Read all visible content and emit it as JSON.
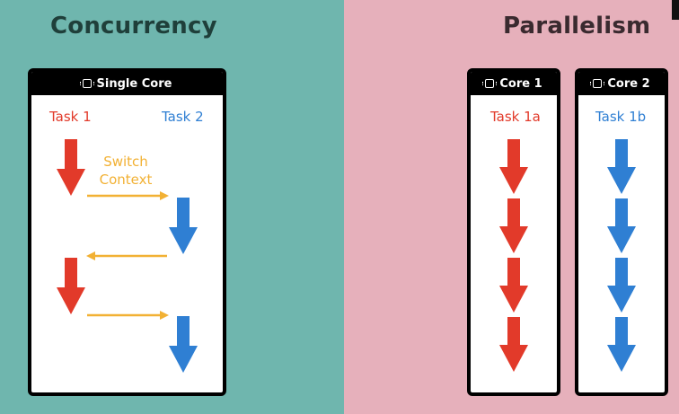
{
  "left": {
    "title": "Concurrency",
    "core_label": "Single Core",
    "task1": "Task 1",
    "task2": "Task 2",
    "switch_line1": "Switch",
    "switch_line2": "Context"
  },
  "right": {
    "title": "Parallelism",
    "core1_label": "Core 1",
    "core2_label": "Core 2",
    "task1a": "Task 1a",
    "task1b": "Task 1b"
  },
  "colors": {
    "left_bg": "#6fb6ae",
    "right_bg": "#e6b0bb",
    "task_red": "#e23a2a",
    "task_blue": "#2f7fd3",
    "switch_orange": "#f2b134"
  },
  "icons": [
    "chip-icon",
    "down-arrow-icon",
    "right-arrow-icon",
    "left-arrow-icon"
  ]
}
